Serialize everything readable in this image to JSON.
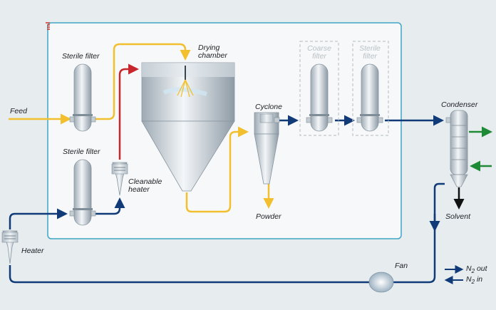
{
  "labels": {
    "feed": "Feed",
    "sterile_filter_top": "Sterile filter",
    "sterile_filter_bottom": "Sterile filter",
    "drying_chamber_line1": "Drying",
    "drying_chamber_line2": "chamber",
    "cleanable_heater_line1": "Cleanable",
    "cleanable_heater_line2": "heater",
    "cyclone": "Cyclone",
    "powder": "Powder",
    "coarse_filter_line1": "Coarse",
    "coarse_filter_line2": "filter",
    "sterile_filter_right_line1": "Sterile",
    "sterile_filter_right_line2": "filter",
    "condenser": "Condenser",
    "solvent": "Solvent",
    "heater": "Heater",
    "fan": "Fan",
    "n2_out_prefix": "N",
    "n2_out_sub": "2",
    "n2_out_suffix": " out",
    "n2_in_prefix": "N",
    "n2_in_sub": "2",
    "n2_in_suffix": " in"
  },
  "colors": {
    "background": "#e7ecef",
    "enclosure_fill": "#f6f8f9",
    "enclosure_border": "#3fa6c6",
    "feed_line": "#f2c02e",
    "hot_line": "#c8262c",
    "gas_line": "#103a78",
    "cooling_line": "#1f8a35",
    "solvent_arrow": "#111111",
    "vessel_dark": "#9eaab4",
    "vessel_light": "#f3f6f8"
  }
}
